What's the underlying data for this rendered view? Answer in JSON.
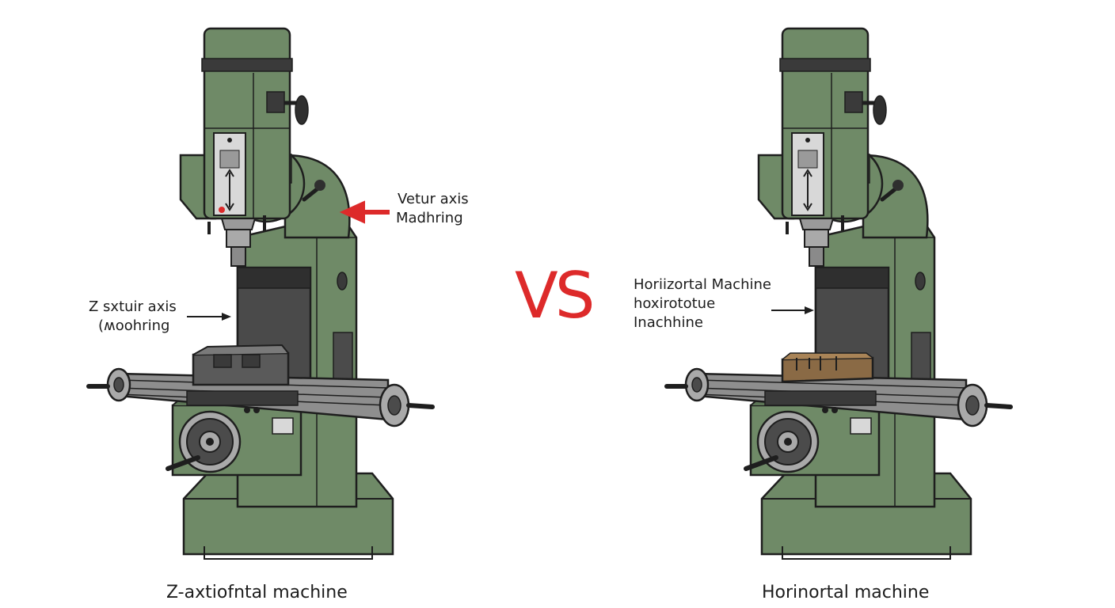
{
  "left_machine": {
    "callout_top": [
      "Vetur axis",
      "Madhring"
    ],
    "callout_side": [
      "Z ѕxtuir axis",
      "(ʍoohring"
    ],
    "caption": "Z-axtiofntal machine"
  },
  "right_machine": {
    "callout_side": [
      "Horiizortal Machine",
      "hoxirototue",
      "Inachhine"
    ],
    "caption": "Horinortal machine"
  },
  "center": {
    "vs_text": "VS"
  },
  "colors": {
    "body_green": "#6f8a67",
    "body_dark_green": "#5c7556",
    "outline": "#1e1e1e",
    "steel_dark": "#4b4b4b",
    "steel_light": "#a9a9a9",
    "accent_red": "#dd2a2a",
    "workpiece_brown": "#8a6a45"
  }
}
